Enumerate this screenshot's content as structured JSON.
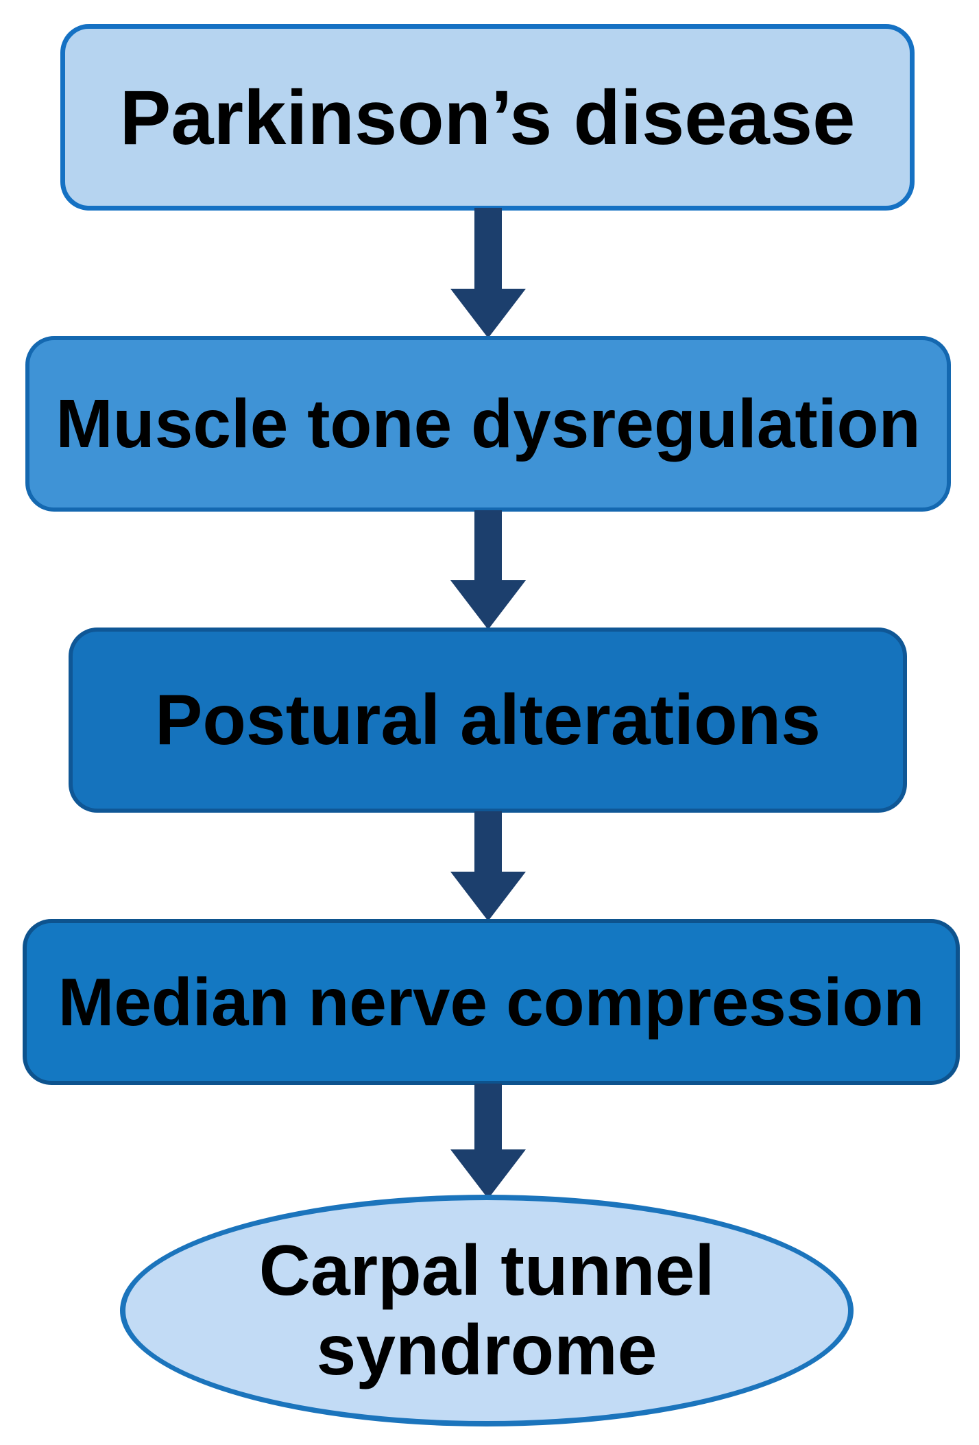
{
  "diagram": {
    "type": "flowchart",
    "direction": "top-down",
    "background_color": "#ffffff",
    "text_color": "#000000",
    "arrow_color": "#1c3f6d",
    "nodes": [
      {
        "id": "parkinsons",
        "label": "Parkinson’s disease",
        "shape": "rounded-rect",
        "fill_color": "#b6d4f0",
        "border_color": "#1571c3"
      },
      {
        "id": "muscle-tone",
        "label": "Muscle tone dysregulation",
        "shape": "rounded-rect",
        "fill_color": "#3f93d6",
        "border_color": "#1468b0"
      },
      {
        "id": "postural",
        "label": "Postural alterations",
        "shape": "rounded-rect",
        "fill_color": "#1573bd",
        "border_color": "#0f5796"
      },
      {
        "id": "median-nerve",
        "label": "Median nerve compression",
        "shape": "rounded-rect",
        "fill_color": "#1478c2",
        "border_color": "#0d538e"
      },
      {
        "id": "carpal-tunnel",
        "label": "Carpal tunnel syndrome",
        "label_line1": "Carpal tunnel",
        "label_line2": "syndrome",
        "shape": "ellipse",
        "fill_color": "#c2dbf5",
        "border_color": "#1b74bc"
      }
    ],
    "edges": [
      {
        "from": "parkinsons",
        "to": "muscle-tone"
      },
      {
        "from": "muscle-tone",
        "to": "postural"
      },
      {
        "from": "postural",
        "to": "median-nerve"
      },
      {
        "from": "median-nerve",
        "to": "carpal-tunnel"
      }
    ]
  }
}
